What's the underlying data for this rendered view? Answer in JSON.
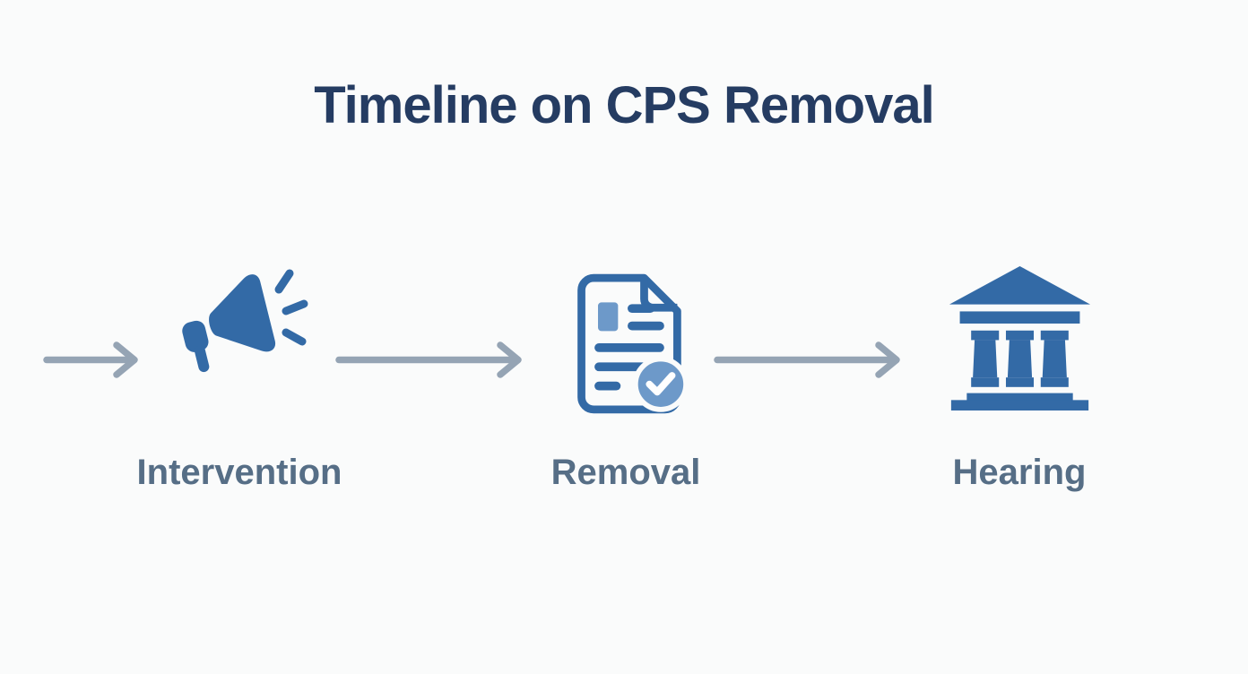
{
  "title": "Timeline on CPS Removal",
  "steps": [
    {
      "label": "Intervention",
      "icon": "megaphone-icon"
    },
    {
      "label": "Removal",
      "icon": "document-check-icon"
    },
    {
      "label": "Hearing",
      "icon": "courthouse-icon"
    }
  ],
  "arrows": {
    "count": 3,
    "direction": "right"
  },
  "colors": {
    "background": "#fafbfb",
    "title": "#253c62",
    "label": "#566e86",
    "arrow": "#95a4b4",
    "icon_primary": "#336aa6",
    "icon_secondary": "#6d99c9"
  }
}
